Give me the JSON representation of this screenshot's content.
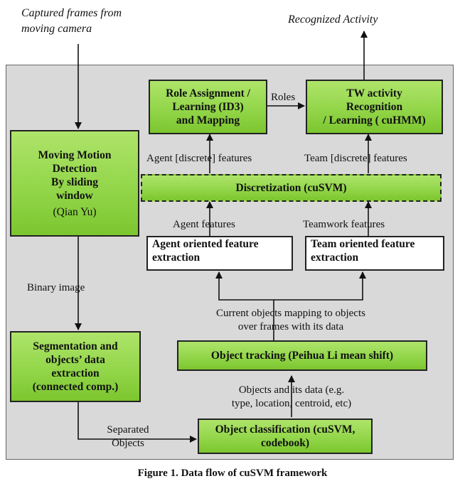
{
  "input_label": [
    "Captured frames from",
    "moving camera"
  ],
  "output_label": "Recognized Activity",
  "boxes": {
    "motion": {
      "lines": [
        "Moving Motion",
        "Detection",
        "By sliding",
        "window"
      ],
      "sub": "(Qian Yu)"
    },
    "role": {
      "lines": [
        "Role Assignment /",
        "Learning (ID3)",
        "and Mapping"
      ]
    },
    "tw": {
      "lines": [
        "TW activity",
        "Recognition",
        "/ Learning ( cuHMM)"
      ]
    },
    "discretization": {
      "text": "Discretization (cuSVM)"
    },
    "agent_feat": {
      "lines": [
        "Agent oriented feature",
        "extraction"
      ]
    },
    "team_feat": {
      "lines": [
        "Team oriented feature",
        "extraction"
      ]
    },
    "tracking": {
      "text": "Object tracking (Peihua Li mean shift)"
    },
    "segmentation": {
      "lines": [
        "Segmentation and",
        "objects’ data",
        "extraction",
        "(connected comp.)"
      ]
    },
    "classification": {
      "lines": [
        "Object classification (cuSVM,",
        "codebook)"
      ]
    }
  },
  "edge_labels": {
    "roles": "Roles",
    "agent_discrete": "Agent [discrete] features",
    "team_discrete": "Team [discrete] features",
    "agent_features": "Agent features",
    "teamwork_features": "Teamwork features",
    "binary_image": "Binary image",
    "current_objects": [
      "Current objects mapping to objects",
      "over frames with its data"
    ],
    "objects_data": [
      "Objects and its data (e.g.",
      "type, location, centroid, etc)"
    ],
    "separated": [
      "Separated",
      "Objects"
    ]
  },
  "caption": "Figure 1. Data flow of cuSVM framework"
}
